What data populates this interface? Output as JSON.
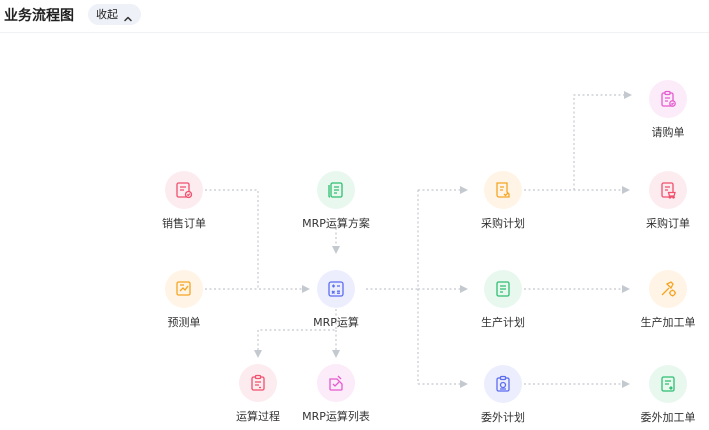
{
  "header": {
    "title": "业务流程图",
    "collapse_label": "收起"
  },
  "nodes": {
    "sales_order": {
      "label": "销售订单",
      "icon": "sales-order-icon",
      "color": "#f0506e",
      "bg": "#fdecef"
    },
    "forecast": {
      "label": "预测单",
      "icon": "forecast-icon",
      "color": "#f5a524",
      "bg": "#fff4e5"
    },
    "mrp_plan": {
      "label": "MRP运算方案",
      "icon": "mrp-plan-icon",
      "color": "#2fbf71",
      "bg": "#e8f8ef"
    },
    "mrp_calc": {
      "label": "MRP运算",
      "icon": "mrp-calc-icon",
      "color": "#5b6cf0",
      "bg": "#eceefe"
    },
    "calc_process": {
      "label": "运算过程",
      "icon": "calc-process-icon",
      "color": "#f0506e",
      "bg": "#fdecef"
    },
    "mrp_list": {
      "label": "MRP运算列表",
      "icon": "mrp-list-icon",
      "color": "#e45bd0",
      "bg": "#fcebf9"
    },
    "purchase_plan": {
      "label": "采购计划",
      "icon": "purchase-plan-icon",
      "color": "#f5a524",
      "bg": "#fff4e5"
    },
    "production_plan": {
      "label": "生产计划",
      "icon": "production-plan-icon",
      "color": "#2fbf71",
      "bg": "#e8f8ef"
    },
    "outsource_plan": {
      "label": "委外计划",
      "icon": "outsource-plan-icon",
      "color": "#5b6cf0",
      "bg": "#eceefe"
    },
    "requisition": {
      "label": "请购单",
      "icon": "requisition-icon",
      "color": "#e45bd0",
      "bg": "#fcebf9"
    },
    "purchase_order": {
      "label": "采购订单",
      "icon": "purchase-order-icon",
      "color": "#f0506e",
      "bg": "#fdecef"
    },
    "production_order": {
      "label": "生产加工单",
      "icon": "production-order-icon",
      "color": "#f5a524",
      "bg": "#fff4e5"
    },
    "outsource_order": {
      "label": "委外加工单",
      "icon": "outsource-order-icon",
      "color": "#2fbf71",
      "bg": "#e8f8ef"
    }
  },
  "colors": {
    "connector": "#c4c8cf",
    "accent_bg": "#eef1f8"
  }
}
